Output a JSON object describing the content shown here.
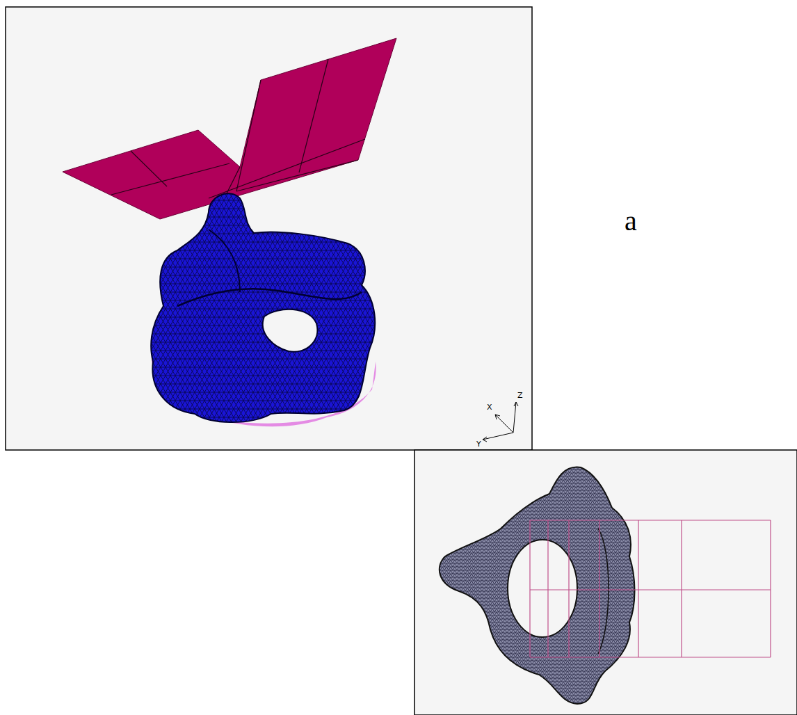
{
  "diagram": {
    "labels": [
      "a",
      "X",
      "Z",
      "Y"
    ]
  }
}
